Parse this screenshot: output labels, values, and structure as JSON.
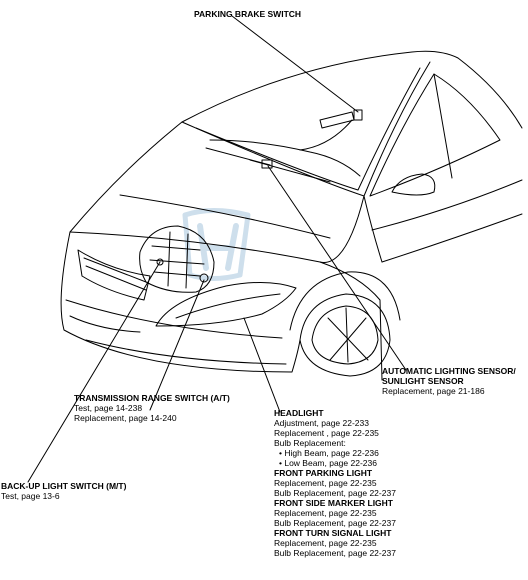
{
  "labels": {
    "parking_brake": {
      "title": "PARKING BRAKE SWITCH"
    },
    "auto_light": {
      "title_line1": "AUTOMATIC LIGHTING SENSOR/",
      "title_line2": "SUNLIGHT SENSOR",
      "line1": "Replacement, page 21-186"
    },
    "transmission": {
      "title": "TRANSMISSION RANGE SWITCH (A/T)",
      "line1": "Test, page 14-238",
      "line2": "Replacement, page 14-240"
    },
    "backup": {
      "title": "BACK-UP LIGHT SWITCH (M/T)",
      "line1": "Test, page 13-6"
    },
    "headlight": {
      "title": "HEADLIGHT",
      "line1": "Adjustment, page 22-233",
      "line2": "Replacement , page 22-235",
      "line3": "Bulb Replacement:",
      "bullet1": "• High Beam, page 22-236",
      "bullet2": "• Low Beam, page 22-236",
      "front_parking_title": "FRONT PARKING LIGHT",
      "front_parking_line1": "Replacement, page 22-235",
      "front_parking_line2": "Bulb Replacement, page 22-237",
      "side_marker_title": "FRONT SIDE MARKER LIGHT",
      "side_marker_line1": "Replacement, page 22-235",
      "side_marker_line2": "Bulb Replacement, page 22-237",
      "turn_signal_title": "FRONT TURN SIGNAL LIGHT",
      "turn_signal_line1": "Replacement, page 22-235",
      "turn_signal_line2": "Bulb Replacement, page 22-237"
    }
  },
  "colors": {
    "ink": "#000000",
    "watermark": "#c9dcea"
  }
}
